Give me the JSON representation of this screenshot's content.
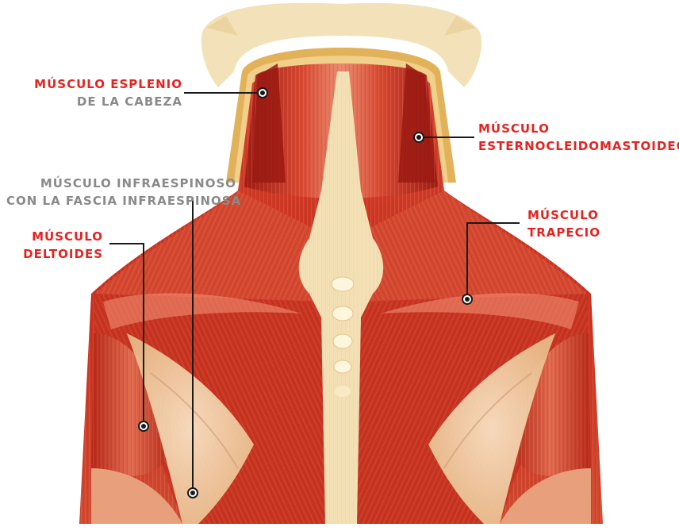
{
  "colors": {
    "label_red": "#e52421",
    "label_gray": "#8a8a8a",
    "leader_line": "#1a1a1a",
    "muscle_dark": "#a51f16",
    "muscle": "#cf3b26",
    "muscle_light": "#e9755a",
    "tendon": "#f1d3a4",
    "bone": "#f4e4bf"
  },
  "labels": {
    "esplenio": {
      "line1": "MÚSCULO ESPLENIO",
      "line2": "DE LA CABEZA"
    },
    "esternocleidomastoideo": {
      "line1": "MÚSCULO",
      "line2": "ESTERNOCLEIDOMASTOIDEO"
    },
    "infraespinoso": {
      "line1": "MÚSCULO INFRAESPINOSO",
      "line2": "CON LA FASCIA INFRAESPINOSA"
    },
    "deltoides": {
      "line1": "MÚSCULO",
      "line2": "DELTOIDES"
    },
    "trapecio": {
      "line1": "MÚSCULO",
      "line2": "TRAPECIO"
    }
  }
}
